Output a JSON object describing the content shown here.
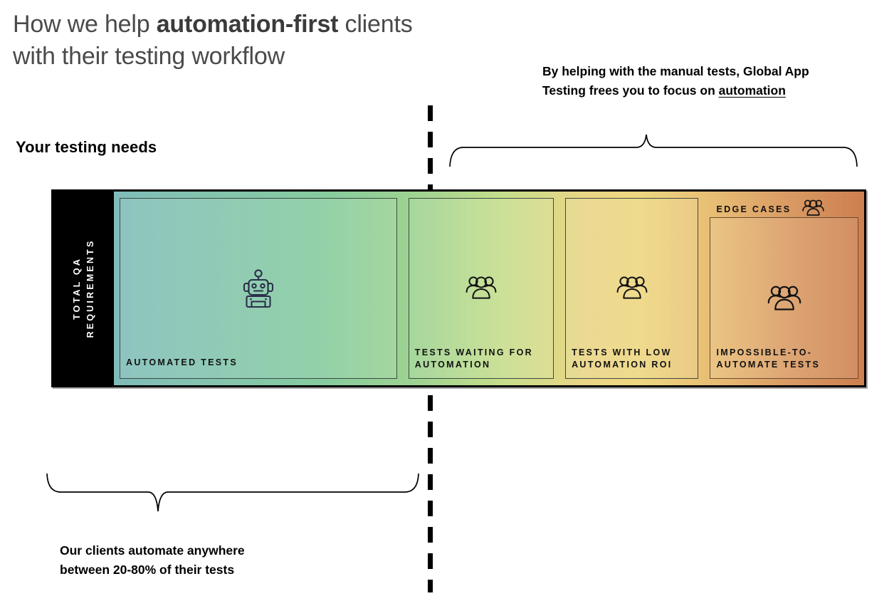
{
  "headline": {
    "line1_pre": "How we help ",
    "line1_strong": "automation-first",
    "line1_post": " clients",
    "line2": "with their testing workflow"
  },
  "annotations": {
    "needs_label": "Your testing needs",
    "top_caption_line1": "By helping with the manual tests, Global App",
    "top_caption_line2_pre": "Testing frees you to focus on ",
    "top_caption_line2_link": "automation",
    "bottom_caption_line1": "Our clients automate anywhere",
    "bottom_caption_line2": "between 20-80% of their tests"
  },
  "bar": {
    "spine_label_line1": "TOTAL QA",
    "spine_label_line2": "REQUIREMENTS",
    "edge_cases_label": "EDGE CASES",
    "edge_cases_icon": "people-group-icon",
    "panels": [
      {
        "label": "AUTOMATED TESTS",
        "icon": "robot-icon",
        "width_pct": 38.5,
        "color_start": "#7fbcba",
        "color_end": "#85c6a9"
      },
      {
        "label_line1": "TESTS WAITING FOR",
        "label_line2": "AUTOMATION",
        "icon": "people-group-icon",
        "width_pct": 20.9,
        "color_start": "#85cb9f",
        "color_end": "#bcdc8c"
      },
      {
        "label_line1": "TESTS WITH LOW",
        "label_line2": "AUTOMATION ROI",
        "icon": "people-group-icon",
        "width_pct": 19.3,
        "color_start": "#d6df88",
        "color_end": "#ecd67f"
      },
      {
        "label_line1": "IMPOSSIBLE-TO-",
        "label_line2": "AUTOMATE TESTS",
        "icon": "people-group-icon",
        "width_pct": 21.3,
        "color_start": "#e9c677",
        "color_end": "#cd7f4f"
      }
    ]
  },
  "colors": {
    "gradient_teal": "#7fbcba",
    "gradient_green": "#85cb9f",
    "gradient_yellow": "#ead584",
    "gradient_orange": "#cd7f4f",
    "spine_background": "#000000",
    "headline_gray": "#4a4a4a"
  }
}
